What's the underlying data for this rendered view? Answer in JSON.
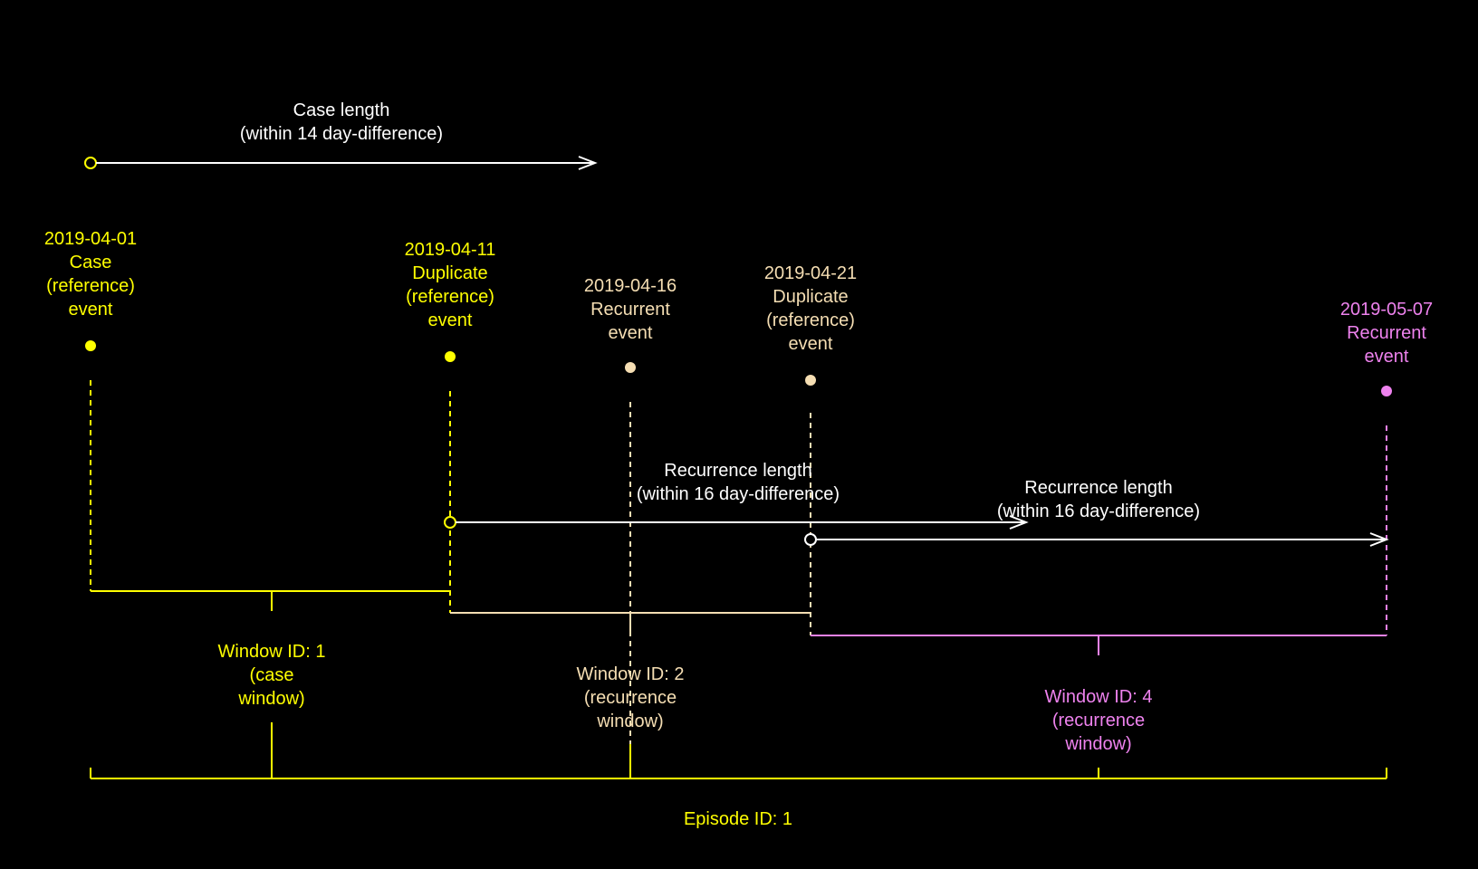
{
  "colors": {
    "background": "#000000",
    "yellow": "#FFFF00",
    "wheat": "#F5DEB3",
    "violet": "#EE82EE",
    "white": "#FFFFFF"
  },
  "case_length": {
    "lines": [
      "Case length",
      "(within 14 day-difference)"
    ]
  },
  "recurrence_lengths": [
    {
      "lines": [
        "Recurrence length",
        "(within 16 day-difference)"
      ]
    },
    {
      "lines": [
        "Recurrence length",
        "(within 16 day-difference)"
      ]
    }
  ],
  "events": [
    {
      "lines": [
        "2019-04-01",
        "Case",
        "(reference)",
        "event"
      ],
      "color": "#FFFF00"
    },
    {
      "lines": [
        "2019-04-11",
        "Duplicate",
        "(reference)",
        "event"
      ],
      "color": "#FFFF00"
    },
    {
      "lines": [
        "2019-04-16",
        "Recurrent",
        "event"
      ],
      "color": "#F5DEB3"
    },
    {
      "lines": [
        "2019-04-21",
        "Duplicate",
        "(reference)",
        "event"
      ],
      "color": "#F5DEB3"
    },
    {
      "lines": [
        "2019-05-07",
        "Recurrent",
        "event"
      ],
      "color": "#EE82EE"
    }
  ],
  "windows": [
    {
      "lines": [
        "Window ID: 1",
        "(case",
        "window)"
      ],
      "color": "#FFFF00"
    },
    {
      "lines": [
        "Window ID: 2",
        "(recurrence",
        "window)"
      ],
      "color": "#F5DEB3"
    },
    {
      "lines": [
        "Window ID: 4",
        "(recurrence",
        "window)"
      ],
      "color": "#EE82EE"
    }
  ],
  "episode": {
    "label": "Episode ID: 1",
    "color": "#FFFF00"
  }
}
